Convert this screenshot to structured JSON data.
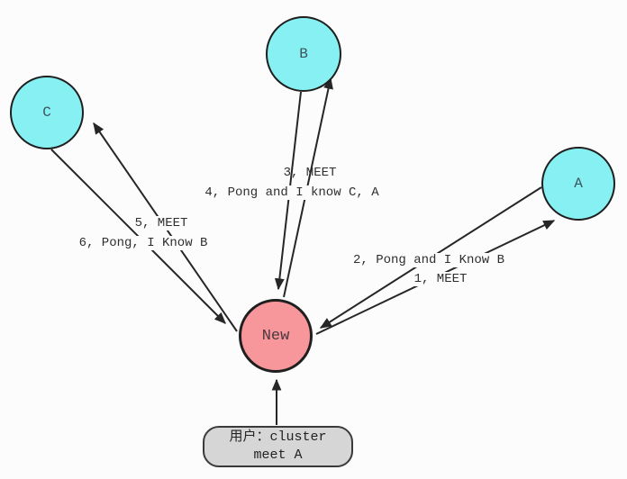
{
  "nodes": {
    "c": {
      "label": "C",
      "fill": "#87f0f2"
    },
    "b": {
      "label": "B",
      "fill": "#87f0f2"
    },
    "a": {
      "label": "A",
      "fill": "#87f0f2"
    },
    "new": {
      "label": "New",
      "fill": "#f8979b"
    }
  },
  "edges": {
    "e1": {
      "label": "1, MEET",
      "from": "New",
      "to": "A"
    },
    "e2": {
      "label": "2, Pong and I Know B",
      "from": "A",
      "to": "New"
    },
    "e3": {
      "label": "3, MEET",
      "from": "New",
      "to": "B"
    },
    "e4": {
      "label": "4, Pong and I know C, A",
      "from": "B",
      "to": "New"
    },
    "e5": {
      "label": "5, MEET",
      "from": "New",
      "to": "C"
    },
    "e6": {
      "label": "6, Pong, I Know B",
      "from": "C",
      "to": "New"
    },
    "e7": {
      "label": "",
      "from": "command-box",
      "to": "New"
    }
  },
  "command_box": {
    "line1": "用户：cluster",
    "line2": "meet A"
  },
  "colors": {
    "node_fill": "#87f0f2",
    "new_node_fill": "#f8979b",
    "command_box_fill": "#d6d6d6",
    "line": "#262626",
    "text": "#2e2e2e",
    "background": "#fcfcfc"
  }
}
